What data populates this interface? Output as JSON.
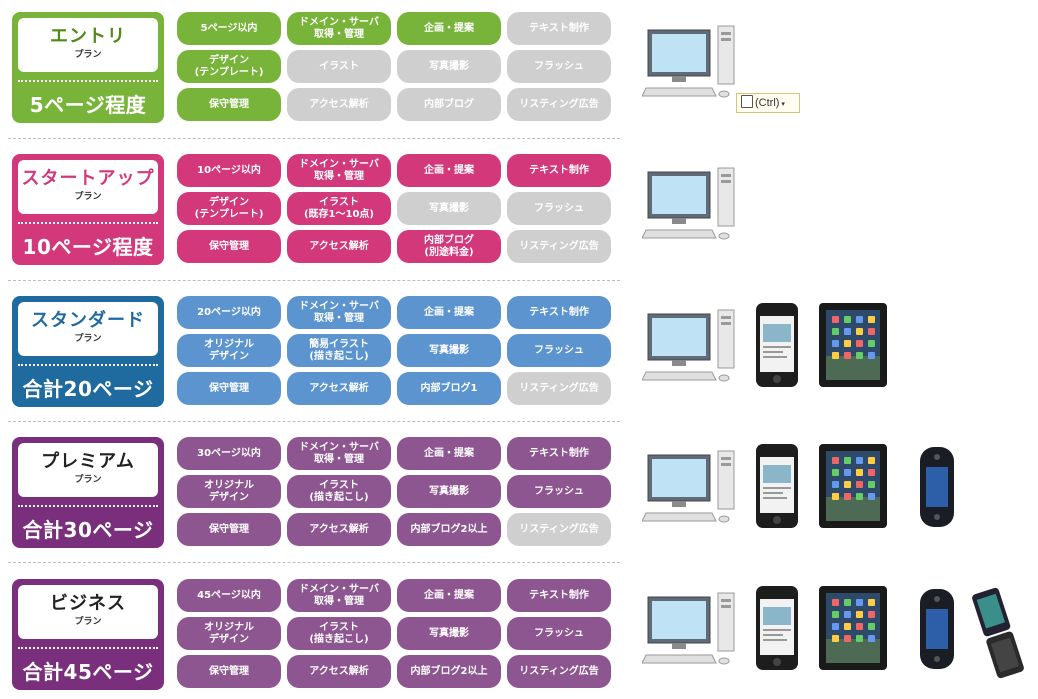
{
  "plans": [
    {
      "name": "エントリ",
      "sub": "プラン",
      "pages": "5ページ程度",
      "color": "#79b43a",
      "titleColor": "#4f8a14",
      "items": [
        {
          "text": "5ページ以内",
          "on": true
        },
        {
          "text": "ドメイン・サーバ\n取得・管理",
          "on": true
        },
        {
          "text": "企画・提案",
          "on": true
        },
        {
          "text": "テキスト制作",
          "on": false
        },
        {
          "text": "デザイン\n(テンプレート)",
          "on": true
        },
        {
          "text": "イラスト",
          "on": false
        },
        {
          "text": "写真撮影",
          "on": false
        },
        {
          "text": "フラッシュ",
          "on": false
        },
        {
          "text": "保守管理",
          "on": true
        },
        {
          "text": "アクセス解析",
          "on": false
        },
        {
          "text": "内部ブログ",
          "on": false
        },
        {
          "text": "リスティング広告",
          "on": false
        }
      ],
      "devices": [
        "pc"
      ]
    },
    {
      "name": "スタートアップ",
      "sub": "プラン",
      "pages": "10ページ程度",
      "color": "#d2387a",
      "titleColor": "#d2387a",
      "items": [
        {
          "text": "10ページ以内",
          "on": true
        },
        {
          "text": "ドメイン・サーバ\n取得・管理",
          "on": true
        },
        {
          "text": "企画・提案",
          "on": true
        },
        {
          "text": "テキスト制作",
          "on": true
        },
        {
          "text": "デザイン\n(テンプレート)",
          "on": true
        },
        {
          "text": "イラスト\n(既存1〜10点)",
          "on": true
        },
        {
          "text": "写真撮影",
          "on": false
        },
        {
          "text": "フラッシュ",
          "on": false
        },
        {
          "text": "保守管理",
          "on": true
        },
        {
          "text": "アクセス解析",
          "on": true
        },
        {
          "text": "内部ブログ\n(別途料金)",
          "on": true
        },
        {
          "text": "リスティング広告",
          "on": false
        }
      ],
      "devices": [
        "pc"
      ]
    },
    {
      "name": "スタンダード",
      "sub": "プラン",
      "pages": "合計20ページ",
      "color": "#1f6a9e",
      "titleColor": "#1f6a9e",
      "pillColor": "#5b94cf",
      "items": [
        {
          "text": "20ページ以内",
          "on": true
        },
        {
          "text": "ドメイン・サーバ\n取得・管理",
          "on": true
        },
        {
          "text": "企画・提案",
          "on": true
        },
        {
          "text": "テキスト制作",
          "on": true
        },
        {
          "text": "オリジナル\nデザイン",
          "on": true
        },
        {
          "text": "簡易イラスト\n(描き起こし)",
          "on": true
        },
        {
          "text": "写真撮影",
          "on": true
        },
        {
          "text": "フラッシュ",
          "on": true
        },
        {
          "text": "保守管理",
          "on": true
        },
        {
          "text": "アクセス解析",
          "on": true
        },
        {
          "text": "内部ブログ1",
          "on": true
        },
        {
          "text": "リスティング広告",
          "on": false
        }
      ],
      "devices": [
        "pc",
        "phone",
        "tablet"
      ]
    },
    {
      "name": "プレミアム",
      "sub": "プラン",
      "pages": "合計30ページ",
      "color": "#7a2f7d",
      "titleColor": "#222222",
      "pillColor": "#8d5690",
      "items": [
        {
          "text": "30ページ以内",
          "on": true
        },
        {
          "text": "ドメイン・サーバ\n取得・管理",
          "on": true
        },
        {
          "text": "企画・提案",
          "on": true
        },
        {
          "text": "テキスト制作",
          "on": true
        },
        {
          "text": "オリジナル\nデザイン",
          "on": true
        },
        {
          "text": "イラスト\n(描き起こし)",
          "on": true
        },
        {
          "text": "写真撮影",
          "on": true
        },
        {
          "text": "フラッシュ",
          "on": true
        },
        {
          "text": "保守管理",
          "on": true
        },
        {
          "text": "アクセス解析",
          "on": true
        },
        {
          "text": "内部ブログ2以上",
          "on": true
        },
        {
          "text": "リスティング広告",
          "on": false
        }
      ],
      "devices": [
        "pc",
        "phone",
        "tablet",
        "psp"
      ]
    },
    {
      "name": "ビジネス",
      "sub": "プラン",
      "pages": "合計45ページ",
      "color": "#7a2f7d",
      "titleColor": "#222222",
      "pillColor": "#8d5690",
      "items": [
        {
          "text": "45ページ以内",
          "on": true
        },
        {
          "text": "ドメイン・サーバ\n取得・管理",
          "on": true
        },
        {
          "text": "企画・提案",
          "on": true
        },
        {
          "text": "テキスト制作",
          "on": true
        },
        {
          "text": "オリジナル\nデザイン",
          "on": true
        },
        {
          "text": "イラスト\n(描き起こし)",
          "on": true
        },
        {
          "text": "写真撮影",
          "on": true
        },
        {
          "text": "フラッシュ",
          "on": true
        },
        {
          "text": "保守管理",
          "on": true
        },
        {
          "text": "アクセス解析",
          "on": true
        },
        {
          "text": "内部ブログ2以上",
          "on": true
        },
        {
          "text": "リスティング広告",
          "on": true
        }
      ],
      "devices": [
        "pc",
        "phone",
        "tablet",
        "psp",
        "flip-phone"
      ]
    }
  ],
  "paste_options": {
    "label": "(Ctrl)",
    "icon": "clipboard-icon"
  }
}
